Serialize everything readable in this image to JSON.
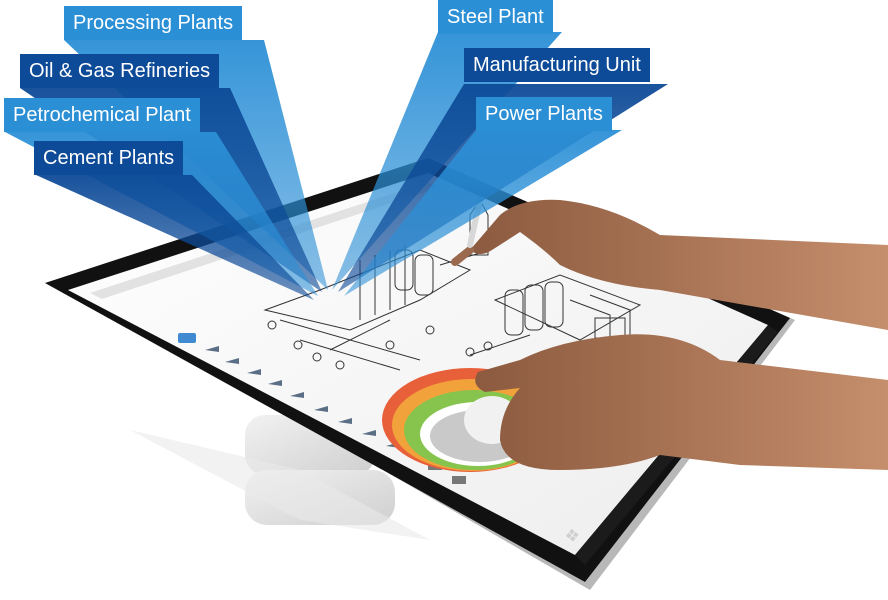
{
  "labels": {
    "processing_plants": "Processing Plants",
    "oil_gas_refineries": "Oil & Gas Refineries",
    "petrochemical_plant": "Petrochemical Plant",
    "cement_plants": "Cement Plants",
    "steel_plant": "Steel Plant",
    "manufacturing_unit": "Manufacturing Unit",
    "power_plants": "Power Plants"
  },
  "colors": {
    "label_light": "#2b8fd6",
    "label_dark": "#0d4a97",
    "tablet_bezel": "#111111",
    "screen": "#f7f7f7",
    "skin": "#b0785a"
  },
  "icons": [
    "windows-logo-icon",
    "toolbar-tool-icons",
    "color-wheel-dial"
  ]
}
